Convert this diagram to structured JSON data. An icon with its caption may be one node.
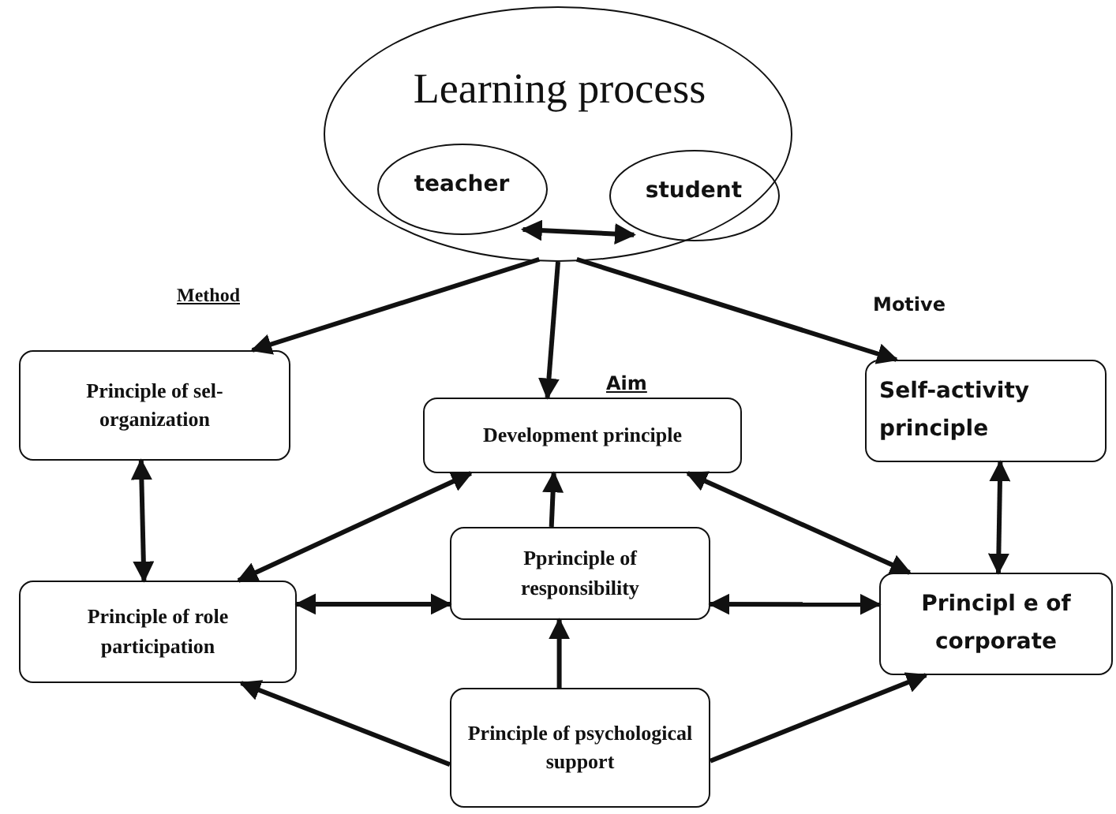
{
  "diagram": {
    "nodes": [
      {
        "text": [
          "Learning process"
        ]
      },
      {
        "text": [
          "teacher"
        ],
        "in": 0
      },
      {
        "text": [
          "student"
        ],
        "in": 0
      },
      {
        "text": [
          "Principle of sel-organization"
        ]
      },
      {
        "text": [
          "Development principle"
        ]
      },
      {
        "text": [
          "Self-activity principle"
        ]
      },
      {
        "text": [
          "Pprinciple of responsibility"
        ]
      },
      {
        "text": [
          "Principle of role participation"
        ]
      },
      {
        "text": [
          "Principl e of corporate"
        ]
      },
      {
        "text": [
          "Principle of psychological support"
        ]
      }
    ],
    "edges": [
      {
        "from": 1,
        "to": 2,
        "arrow": "both"
      },
      {
        "from": 0,
        "to": 3,
        "arrow": "to",
        "label": "Method"
      },
      {
        "from": 0,
        "to": 4,
        "arrow": "to",
        "label": "Aim"
      },
      {
        "from": 0,
        "to": 5,
        "arrow": "to",
        "label": "Motive"
      },
      {
        "from": 3,
        "to": 7,
        "arrow": "both"
      },
      {
        "from": 7,
        "to": 4,
        "arrow": "both"
      },
      {
        "from": 6,
        "to": 4,
        "arrow": "to"
      },
      {
        "from": 4,
        "to": 8,
        "arrow": "both"
      },
      {
        "from": 5,
        "to": 8,
        "arrow": "both"
      },
      {
        "from": 7,
        "to": 6,
        "arrow": "both"
      },
      {
        "from": 6,
        "to": 8,
        "arrow": "both"
      },
      {
        "from": 9,
        "to": 6,
        "arrow": "to"
      },
      {
        "from": 9,
        "to": 7,
        "arrow": "to"
      },
      {
        "from": 9,
        "to": 8,
        "arrow": "to"
      }
    ]
  }
}
